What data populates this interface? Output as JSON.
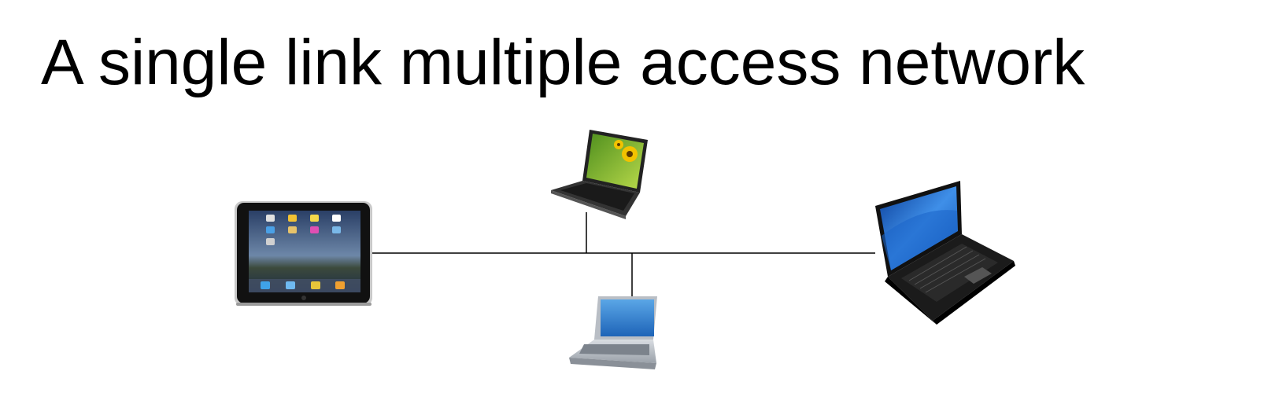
{
  "title": "A single link multiple access network",
  "devices": [
    {
      "id": "tablet",
      "icon": "tablet-icon"
    },
    {
      "id": "top-laptop",
      "icon": "laptop-icon"
    },
    {
      "id": "bottom-laptop",
      "icon": "laptop-icon"
    },
    {
      "id": "right-laptop",
      "icon": "laptop-icon"
    }
  ],
  "colors": {
    "link": "#000000",
    "screen_blue": "#1f6fd0",
    "device_body": "#1a1a1a"
  }
}
